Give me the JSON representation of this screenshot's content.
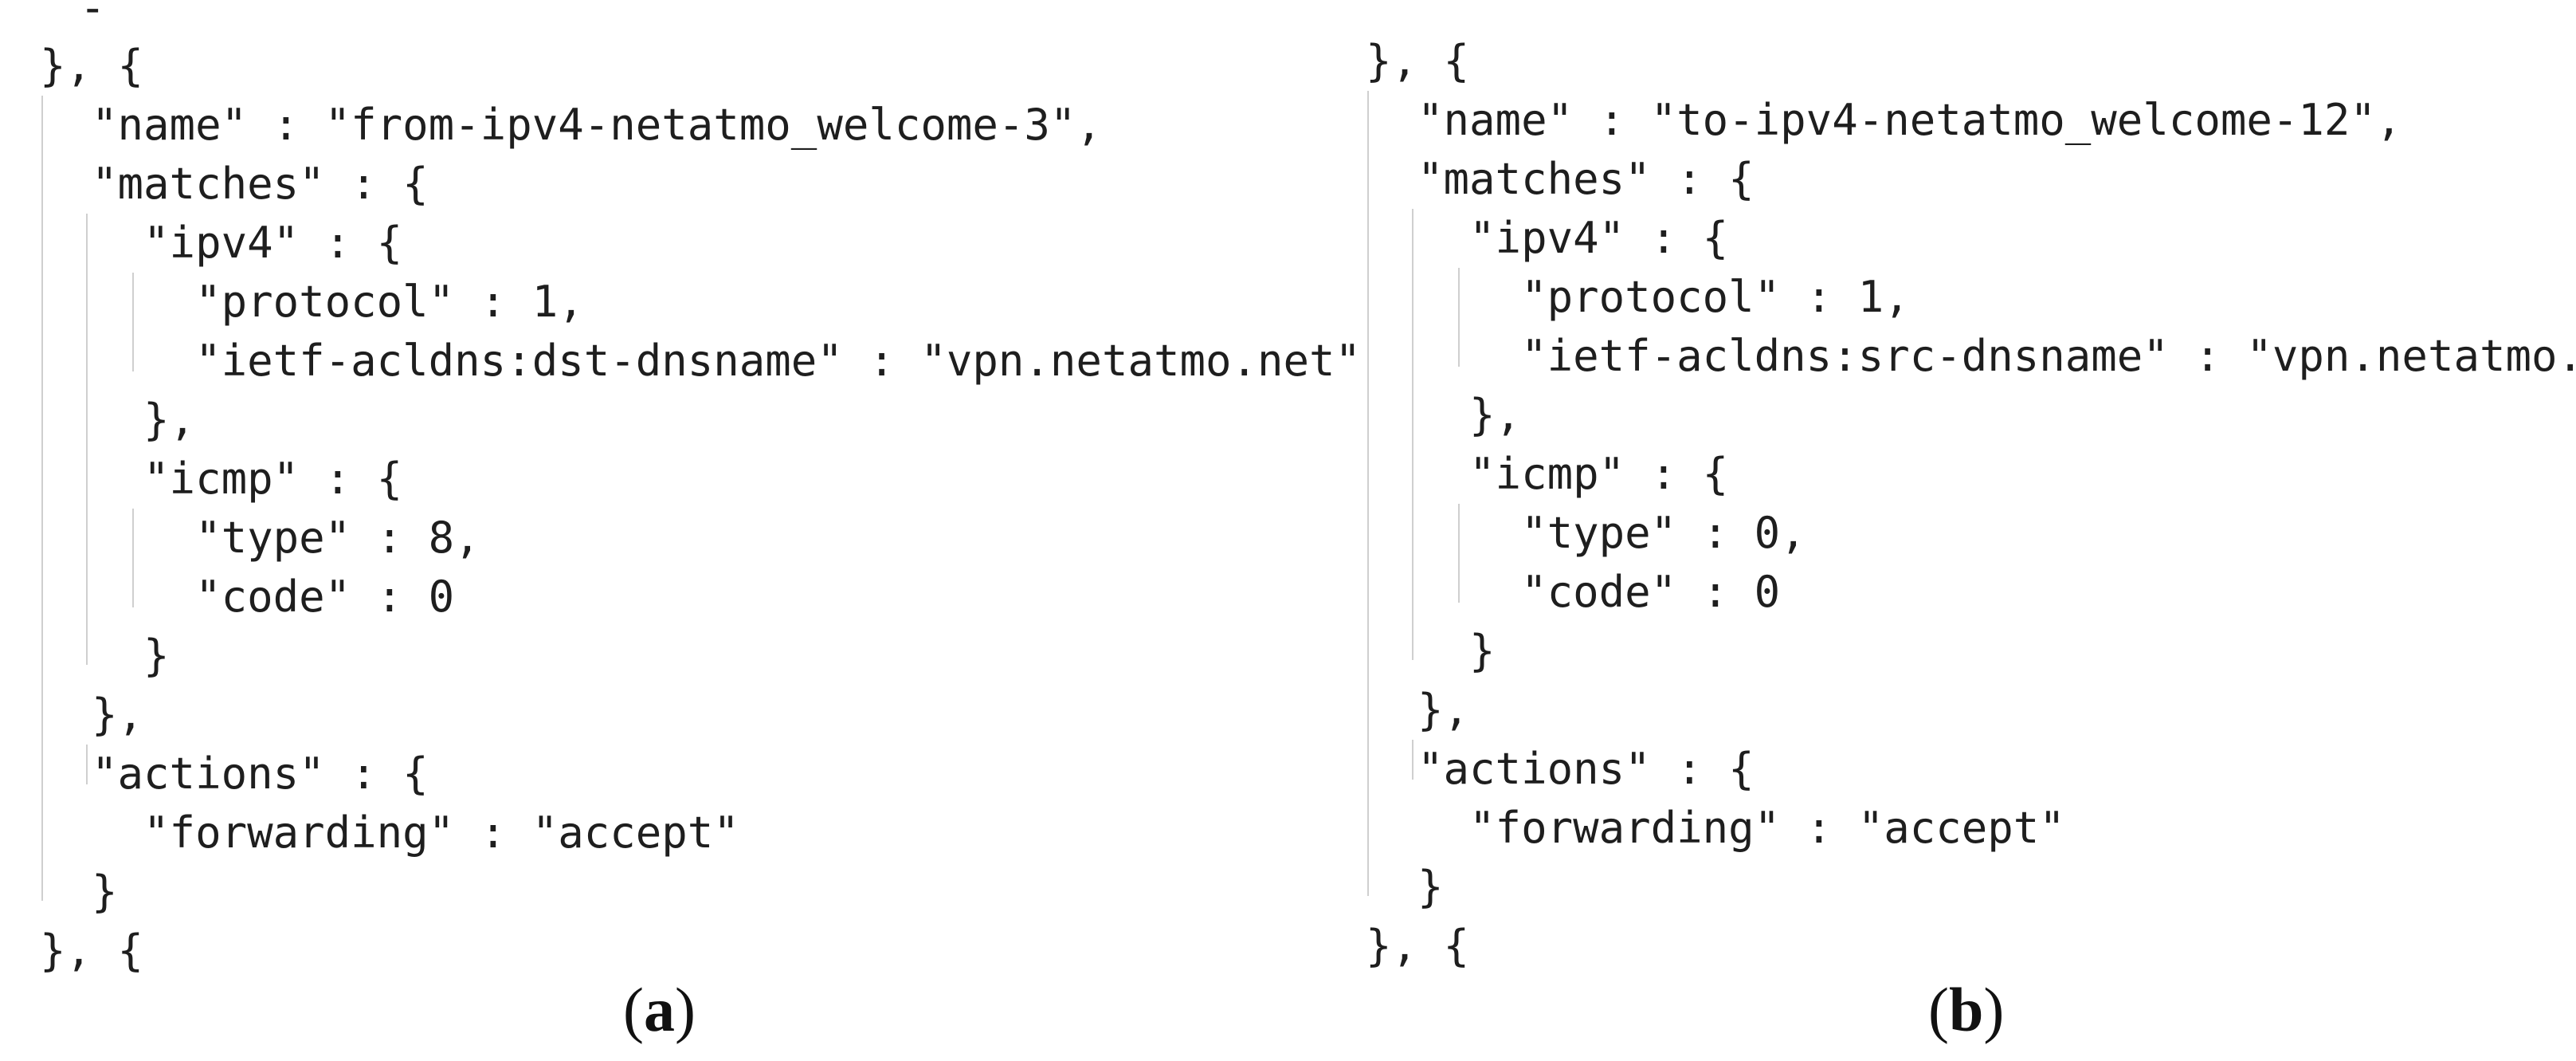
{
  "panel_a": {
    "cut_text": "-",
    "lines": [
      "}, {",
      "  \"name\" : \"from-ipv4-netatmo_welcome-3\",",
      "  \"matches\" : {",
      "    \"ipv4\" : {",
      "      \"protocol\" : 1,",
      "      \"ietf-acldns:dst-dnsname\" : \"vpn.netatmo.net\"",
      "    },",
      "    \"icmp\" : {",
      "      \"type\" : 8,",
      "      \"code\" : 0",
      "    }",
      "  },",
      "  \"actions\" : {",
      "    \"forwarding\" : \"accept\"",
      "  }",
      "}, {"
    ],
    "caption_open": "(",
    "caption_letter": "a",
    "caption_close": ")"
  },
  "panel_b": {
    "lines": [
      "}, {",
      "  \"name\" : \"to-ipv4-netatmo_welcome-12\",",
      "  \"matches\" : {",
      "    \"ipv4\" : {",
      "      \"protocol\" : 1,",
      "      \"ietf-acldns:src-dnsname\" : \"vpn.netatmo.net\"",
      "    },",
      "    \"icmp\" : {",
      "      \"type\" : 0,",
      "      \"code\" : 0",
      "    }",
      "  },",
      "  \"actions\" : {",
      "    \"forwarding\" : \"accept\"",
      "  }",
      "}, {"
    ],
    "caption_open": "(",
    "caption_letter": "b",
    "caption_close": ")"
  }
}
